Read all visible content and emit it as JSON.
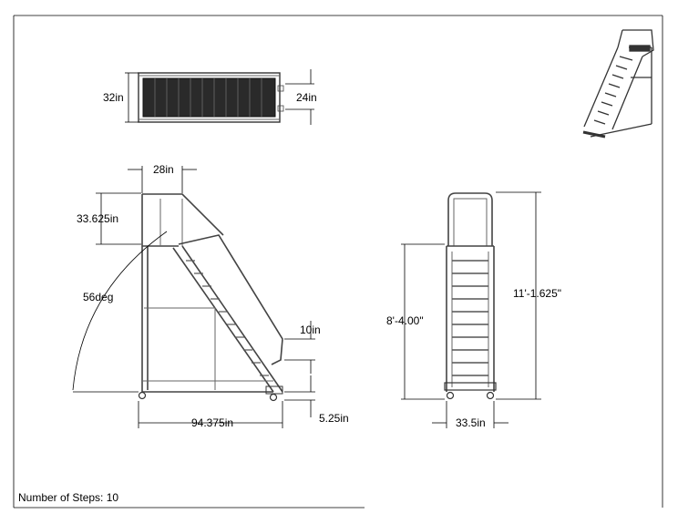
{
  "drawing": {
    "note_label": "Number of Steps: 10",
    "dims": {
      "top_width": "32in",
      "top_platform": "24in",
      "platform_depth": "28in",
      "handrail_height": "33.625in",
      "angle": "56deg",
      "step_depth": "10in",
      "base_length": "94.375in",
      "toe_height": "5.25in",
      "platform_height": "8'-4.00\"",
      "overall_height": "11'-1.625\"",
      "base_width": "33.5in"
    }
  }
}
